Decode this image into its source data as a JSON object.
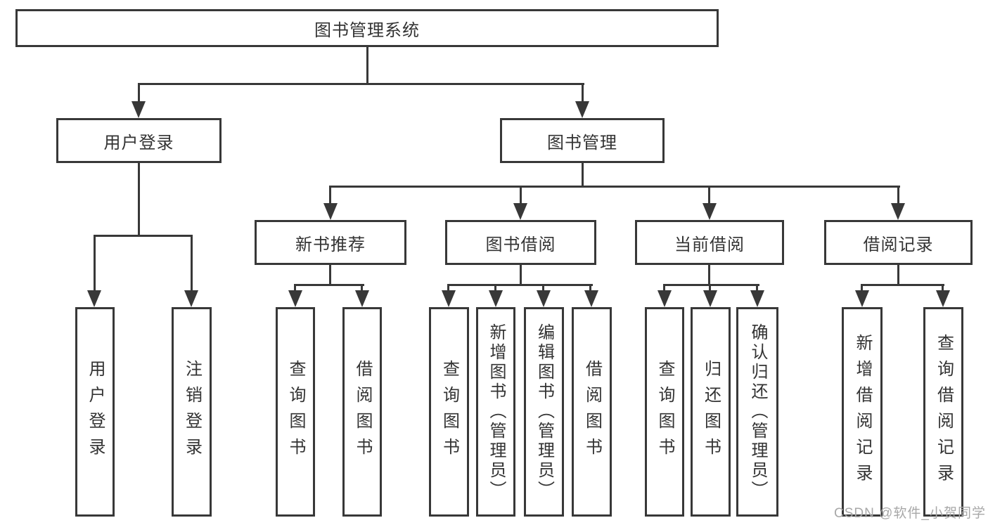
{
  "diagram": {
    "root": "图书管理系统",
    "level2": {
      "user_login": "用户登录",
      "book_mgmt": "图书管理"
    },
    "level3": {
      "new_book": "新书推荐",
      "book_borrow": "图书借阅",
      "current_borrow": "当前借阅",
      "borrow_records": "借阅记录"
    },
    "leaves": {
      "user_login": [
        "用户登录",
        "注销登录"
      ],
      "new_book": [
        "查询图书",
        "借阅图书"
      ],
      "book_borrow": [
        "查询图书",
        "新增图书（管理员）",
        "编辑图书（管理员）",
        "借阅图书"
      ],
      "current_borrow": [
        "查询图书",
        "归还图书",
        "确认归还（管理员）"
      ],
      "borrow_records": [
        "新增借阅记录",
        "查询借阅记录"
      ]
    }
  },
  "watermark": "CSDN @软件_小贺同学",
  "colors": {
    "line": "#383838",
    "box_border": "#383838",
    "box_fill": "#ffffff",
    "text": "#333333",
    "watermark": "#a8a8a8"
  }
}
